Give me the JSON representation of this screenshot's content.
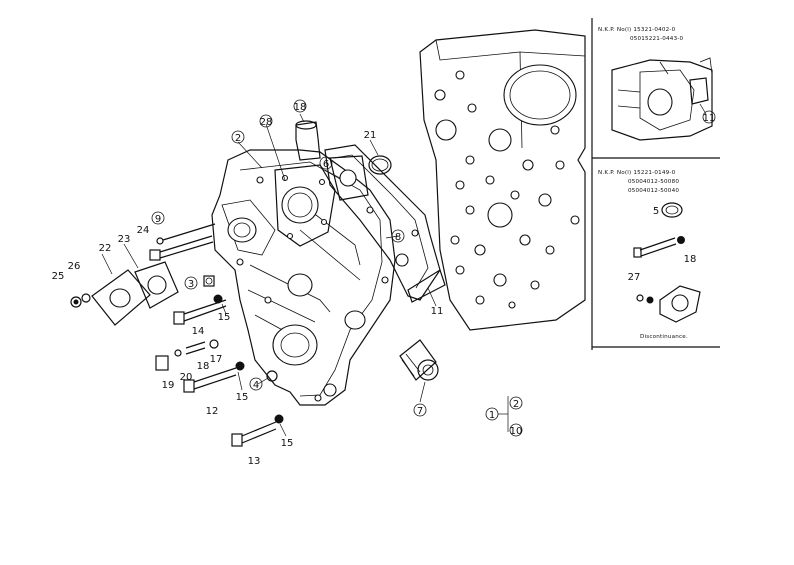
{
  "callouts": [
    "2",
    "28",
    "18",
    "21",
    "6",
    "9",
    "24",
    "22",
    "23",
    "8",
    "25",
    "26",
    "3",
    "15",
    "14",
    "11",
    "20",
    "18",
    "17",
    "19",
    "15",
    "4",
    "12",
    "7",
    "1",
    "2",
    "10",
    "15",
    "13"
  ],
  "inset_top": {
    "lines": [
      "N.K.P. No(l) 15321-0402-0",
      "05015221-0443-0"
    ],
    "callout": "11"
  },
  "inset_bottom": {
    "lines": [
      "N.K.P. No(l) 15221-0149-0",
      "05004012-50080",
      "05004012-50040"
    ],
    "callouts": [
      "5",
      "18",
      "27"
    ],
    "caption": "Discontinuance."
  }
}
